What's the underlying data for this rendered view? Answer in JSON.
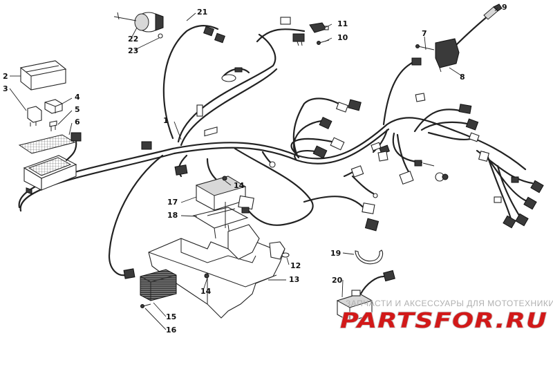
{
  "callouts": {
    "c1": "1",
    "c2": "2",
    "c3": "3",
    "c4": "4",
    "c5": "5",
    "c6": "6",
    "c7": "7",
    "c8": "8",
    "c9": "9",
    "c10": "10",
    "c11": "11",
    "c12": "12",
    "c13": "13",
    "c14a": "14",
    "c14b": "14",
    "c15": "15",
    "c16": "16",
    "c17": "17",
    "c18": "18",
    "c19": "19",
    "c20": "20",
    "c21": "21",
    "c22": "22",
    "c23": "23"
  },
  "watermark": {
    "line": "ЗАПЧАСТИ И АКСЕССУАРЫ ДЛЯ МОТОТЕХНИКИ",
    "brand": "PARTSFOR.RU"
  }
}
